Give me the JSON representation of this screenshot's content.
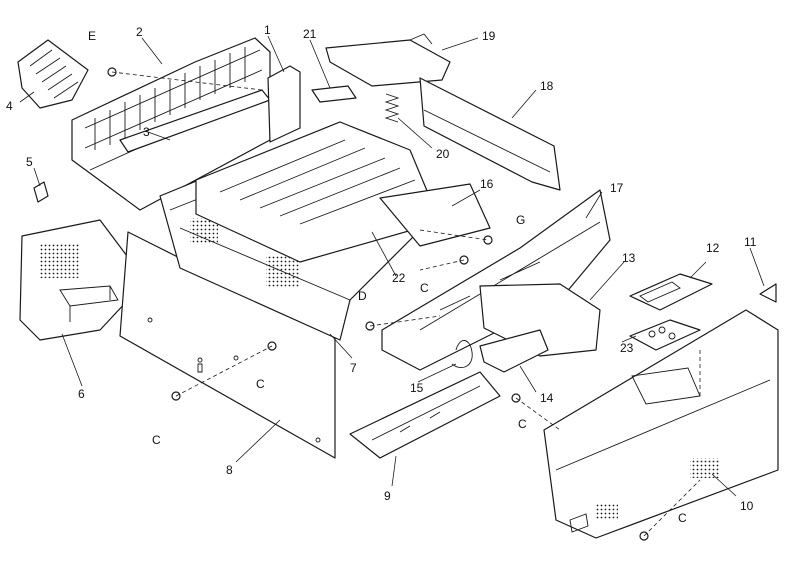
{
  "callouts": {
    "c1": "1",
    "c2": "2",
    "c3": "3",
    "c4": "4",
    "c5": "5",
    "c6": "6",
    "c7": "7",
    "c8": "8",
    "c9": "9",
    "c10": "10",
    "c11": "11",
    "c12": "12",
    "c13": "13",
    "c14": "14",
    "c15": "15",
    "c16": "16",
    "c17": "17",
    "c18": "18",
    "c19": "19",
    "c20": "20",
    "c21": "21",
    "c22": "22",
    "c23": "23",
    "screw_e": "E",
    "screw_g": "G",
    "screw_d": "D",
    "screw_c1": "C",
    "screw_c2": "C",
    "screw_c3": "C",
    "screw_c4": "C",
    "screw_c5": "C"
  },
  "colors": {
    "line": "#1a1a1a",
    "fill": "#ffffff"
  }
}
